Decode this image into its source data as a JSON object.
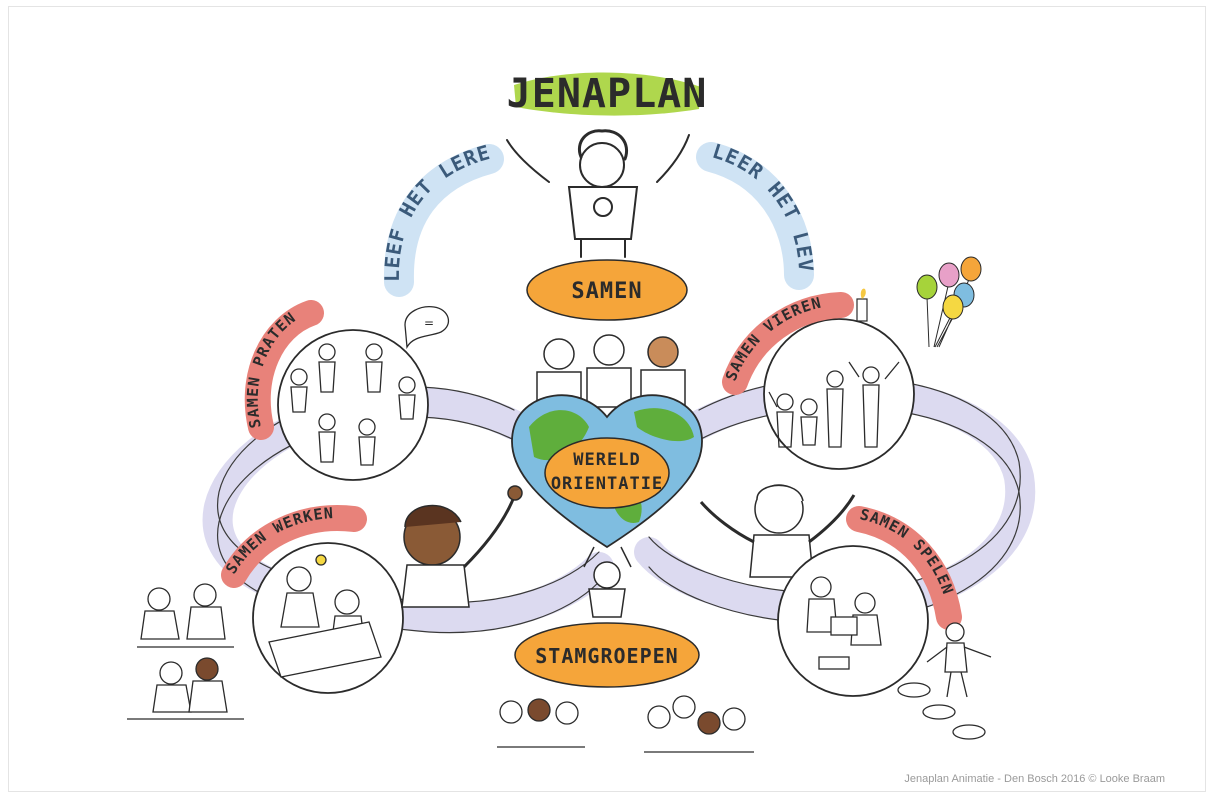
{
  "title": "JENAPLAN",
  "arc_left": "LEEF HET LEREN",
  "arc_right": "LEER HET LEVEN",
  "top_pill": "SAMEN",
  "center": {
    "line1": "WERELD",
    "line2": "ORIENTATIE"
  },
  "bottom_pill": "STAMGROEPEN",
  "labels": {
    "praten": "SAMEN PRATEN",
    "vieren": "SAMEN VIEREN",
    "werken": "SAMEN WERKEN",
    "spelen": "SAMEN SPELEN"
  },
  "speech_bubble": "=",
  "credit": "Jenaplan Animatie - Den Bosch 2016 © Looke Braam",
  "colors": {
    "title_highlight": "#a6d33a",
    "arc_highlight": "#cfe3f4",
    "pill_orange": "#f5a53a",
    "label_red": "#e8827a",
    "loop_lavender": "#dcdaf0",
    "earth_blue": "#7fbde0",
    "earth_green": "#5fae3c"
  }
}
